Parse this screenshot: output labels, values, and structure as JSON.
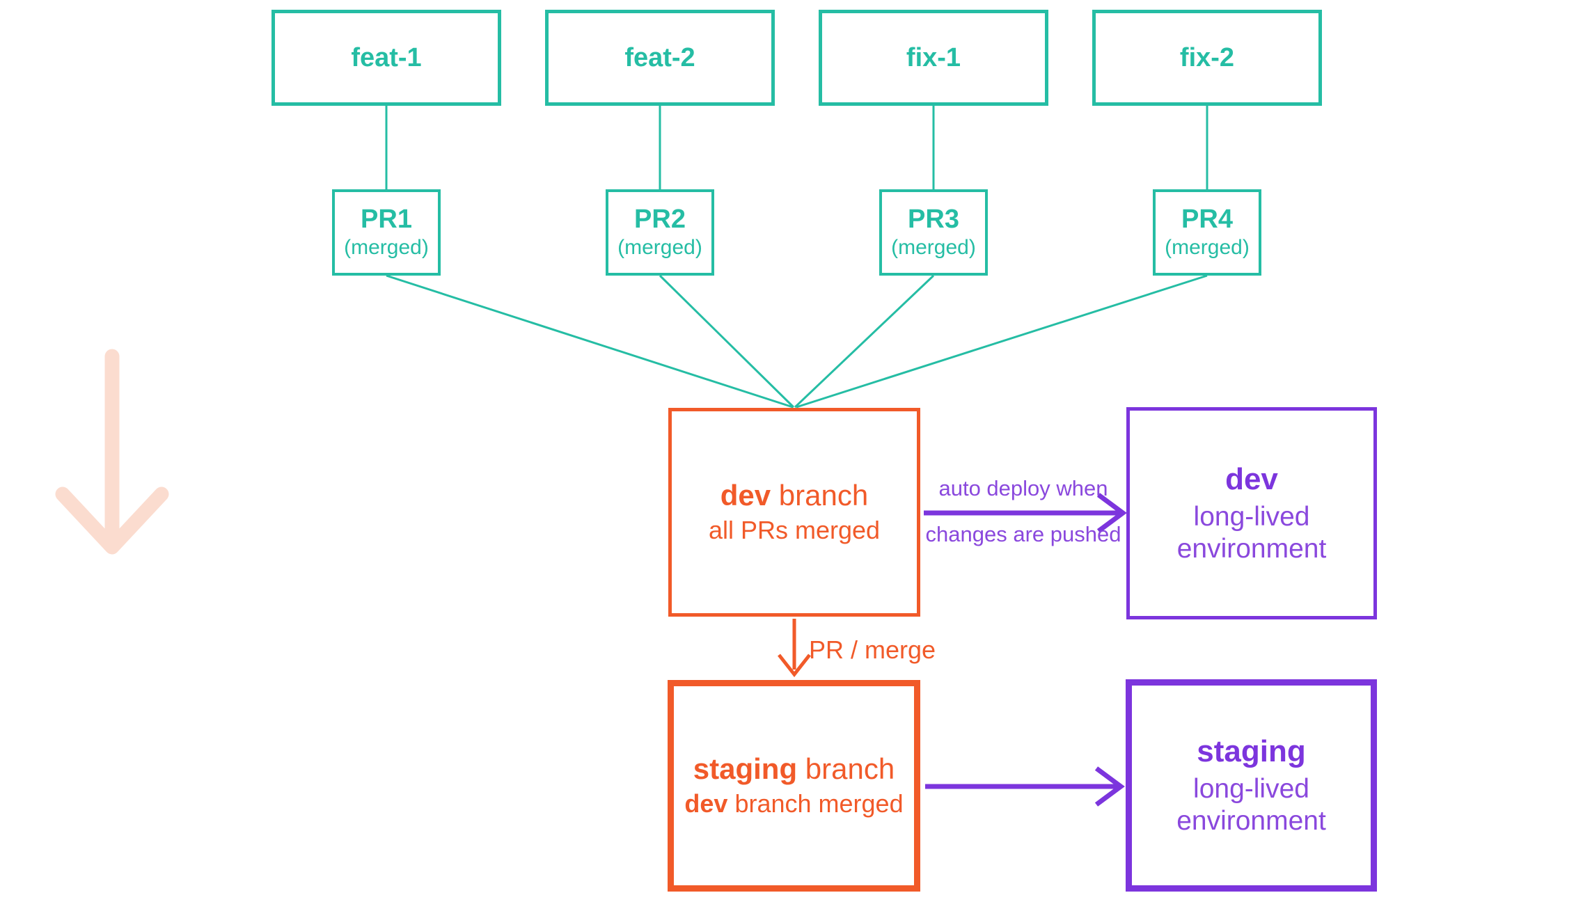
{
  "colors": {
    "teal": "#25bda4",
    "orange": "#f15a29",
    "purple": "#7c35dd",
    "purple_text": "#8a48dd",
    "faded_arrow": "#fbdccf"
  },
  "feature_branches": [
    {
      "label": "feat-1",
      "pr_title": "PR1",
      "pr_status": "(merged)"
    },
    {
      "label": "feat-2",
      "pr_title": "PR2",
      "pr_status": "(merged)"
    },
    {
      "label": "fix-1",
      "pr_title": "PR3",
      "pr_status": "(merged)"
    },
    {
      "label": "fix-2",
      "pr_title": "PR4",
      "pr_status": "(merged)"
    }
  ],
  "dev_branch": {
    "title_bold": "dev",
    "title_rest": " branch",
    "subtitle": "all PRs merged"
  },
  "dev_env": {
    "title": "dev",
    "line1": "long-lived",
    "line2": "environment"
  },
  "staging_branch": {
    "title_bold": "staging",
    "title_rest": " branch",
    "subtitle_bold": "dev",
    "subtitle_rest": " branch merged"
  },
  "staging_env": {
    "title": "staging",
    "line1": "long-lived",
    "line2": "environment"
  },
  "arrow_labels": {
    "auto_deploy_line1": "auto deploy when",
    "auto_deploy_line2": "changes are pushed",
    "pr_merge": "PR / merge"
  },
  "icons": {
    "faded_down_arrow": "large faded downward flow arrow"
  }
}
